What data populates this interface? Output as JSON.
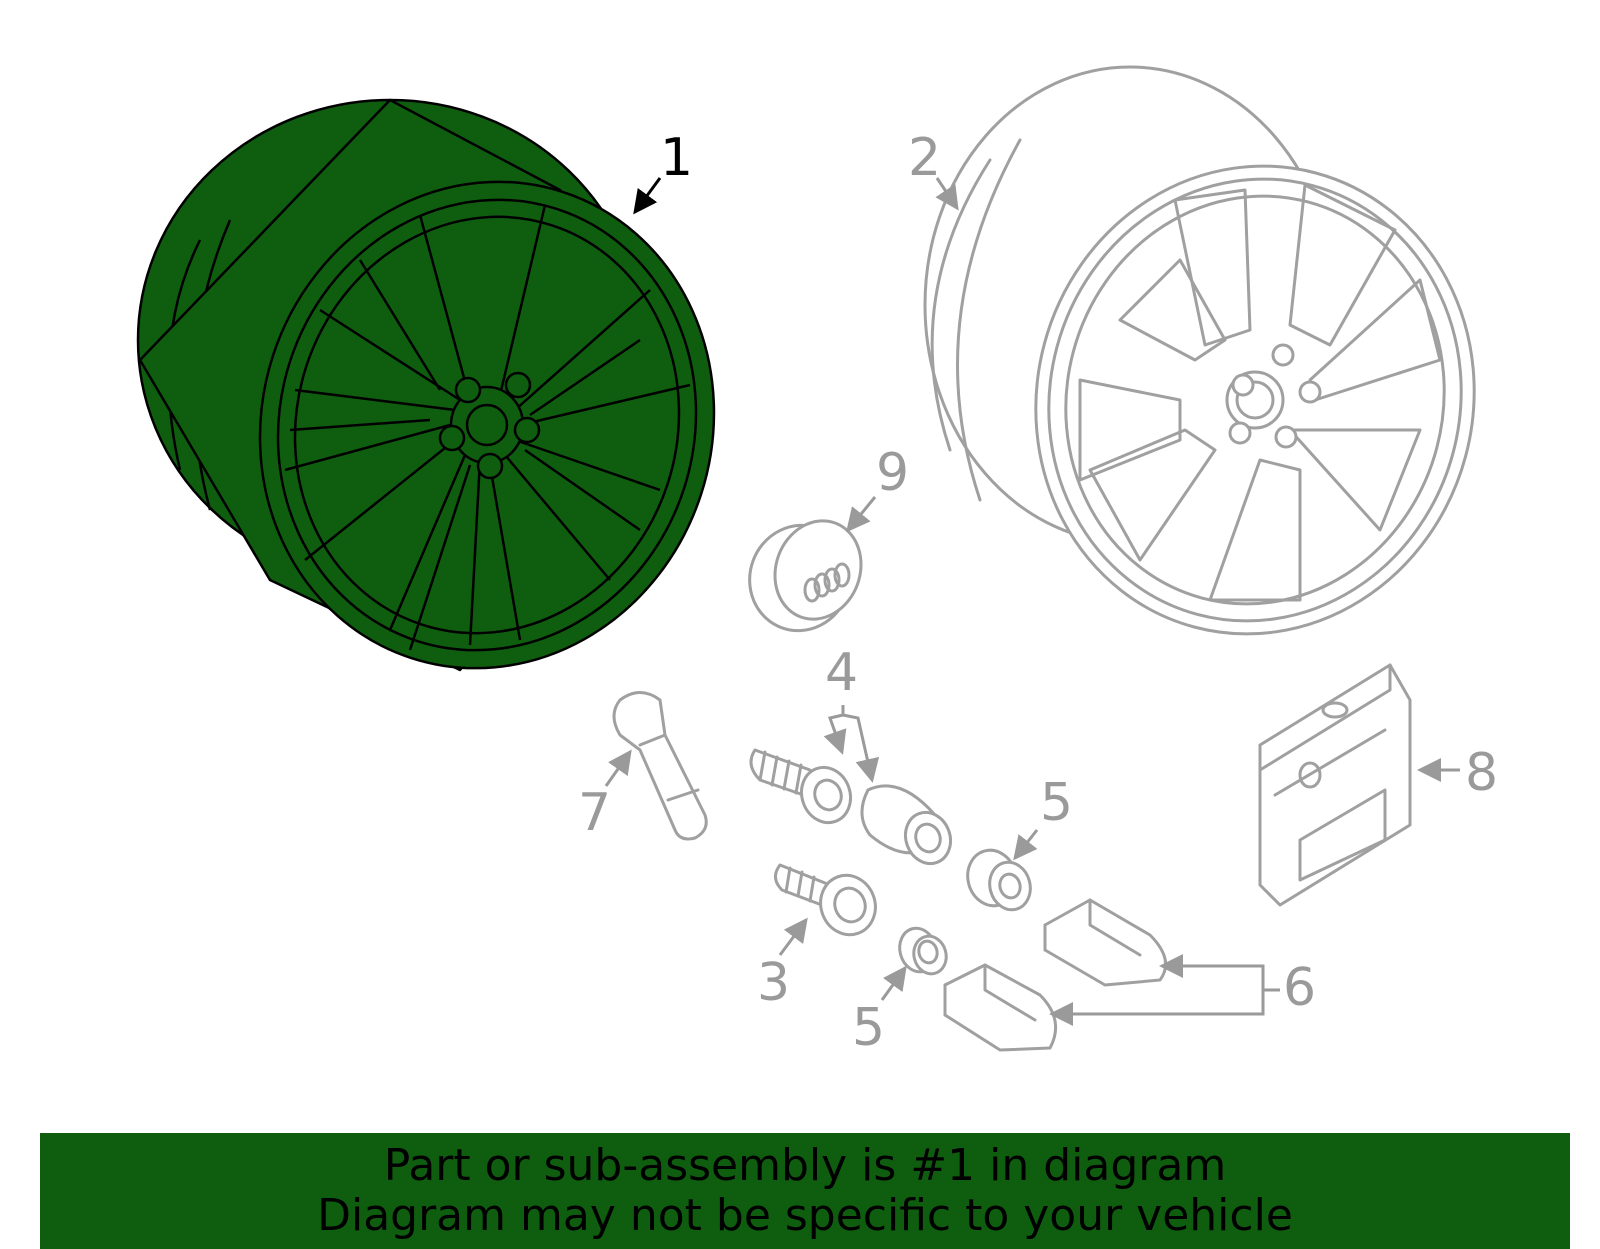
{
  "colors": {
    "highlight": "#0f5e0f",
    "outline_gray": "#a0a0a0",
    "callout_selected": "#000000",
    "callout_other": "#9a9a9a"
  },
  "callouts": {
    "c1": "1",
    "c2": "2",
    "c3": "3",
    "c4": "4",
    "c5a": "5",
    "c5b": "5",
    "c6": "6",
    "c7": "7",
    "c8": "8",
    "c9": "9"
  },
  "selected_part": "1",
  "banner": {
    "line1": "Part or sub-assembly is #1 in diagram",
    "line2": "Diagram may not be specific to your vehicle"
  }
}
